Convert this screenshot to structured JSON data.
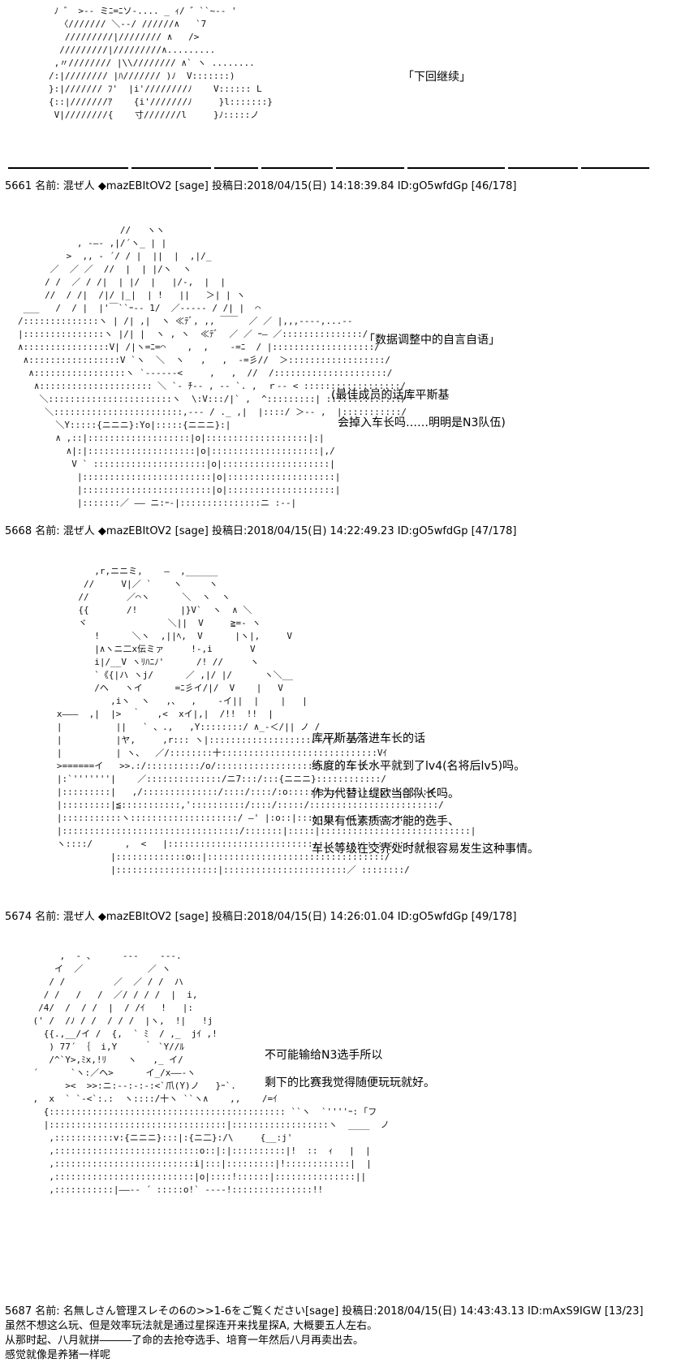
{
  "section0": {
    "art": " ﾉ ゛ >-- ミﾆ=ﾆソ-.... _ ｨ/ ゛``~-- '\n  〈/////// ＼-‐/ //////∧   `7\n   /////////|//////// ∧   />\n  /////////|/////////∧.........\n ,〃//////// |\\\\//////// ∧` ヽ ........\n/:|//////// |ﾊ/////// )ﾉ  V:::::::)\n}:|/////// ﾌ'  |i'////////ﾉ    V:::::: L\n{::|///////ｱ    {i'///////ﾉ     }l:::::::}\n V|////////{    寸///////l     }ﾉ:::::ノ",
    "caption": "「下回继续」"
  },
  "posts": [
    {
      "header": "5661 名前: 混ぜ人 ◆mazEBItOV2 [sage] 投稿日:2018/04/15(日) 14:18:39.84 ID:gO5wfdGp [46/178]",
      "art": "                   //   ヽヽ\n           , -―‐ ,|/´ヽ_ | |\n         >  ,, - ´/ / |  ||  |  ,|/_\n      ／  ／ ／  //  |  | |/ヽ  ヽ\n     / /  ／ / /|  | |/  |   |/-,  |  |\n     //  / /|  /|/ |_|  | !   ||   ＞| | ヽ\n ___   /  / |  |'￣``ｰ-- 1/  ／----- / /| |  ⌒\n/::::::::::::::ヽ | /| ,|  ヽ ≪ﾃﾞ, ,, ￣￣  ／ ／ |,,,--‐-,...‐‐\n|:::::::::::::::ヽ |/| |  ヽ , ヽ  ≪ﾃﾞ  ／ ／ ｰ― ／:::::::::::::::/\n∧::::::::::::::::V| /|ヽ=ﾆ=⌒    ,  ,    -=ﾆ  / |:::::::::::::::::::/\n ∧:::::::::::::::::V `ヽ  ＼  ヽ   ,   ,  -=彡//  ＞::::::::::::::::::/\n  ∧:::::::::::::::::ヽ `------<     ,   ,  //  /:::::::::::::::::::::/\n   ∧::::::::::::::::::::: ＼ `- ﾁ-- , -- `. ,  ｒ-- < ::::::::::::::::::/\n    ＼:::::::::::::::::::::::ヽ  \\:V:::/|` ,  ^:::::::::| ::::::::::::::/\n     ＼::::::::::::::::::::::::,--‐ / ._ ,|  |::::/ ＞-- ,  |:::::::::::/\n       ＼Y:::::{ニニニ}:Yo|:::::{ニニニ}:|\n       ∧ ,::|:::::::::::::::::::|o|:::::::::::::::::::|:|\n         ∧|:|::::::::::::::::::::|o|::::::::::::::::::::|,/\n          V ` :::::::::::::::::::::|o|::::::::::::::::::::|\n           |::::::::::::::::::::::::|o|::::::::::::::::::::|\n           |::::::::::::::::::::::::|o|::::::::::::::::::::|\n           |:::::::／ ―― ニ:ｰ-|:::::::::::::::ニ :--|",
      "captions": [
        "「数据调整中的自言自语」",
        "",
        "(最佳成员的话库平斯基",
        "会掉入车长吗……明明是N3队伍)"
      ]
    },
    {
      "header": "5668 名前: 混ぜ人 ◆mazEBItOV2 [sage] 投稿日:2018/04/15(日) 14:22:49.23 ID:gO5wfdGp [47/178]",
      "art": "          ,r,ニニミ,    ―  ,______\n        //     V|／ `    ヽ     ヽ\n       //       ／⌒ヽ      ＼  ヽ  ヽ\n       {{       /!        |}V`  ヽ  ∧ ＼\n       ヾ               ＼||  V     ≧=- ヽ\n          !      ＼ヽ  ,||ﾍ,  V      |ヽ|,     V\n          |∧ヽニ二x伝ミァ     !‐,i       V\n          i|/__V ヽﾘﾊﾆﾉ'      /! //     ヽ\n          `《{|ハ ヽj/      ／ ,|/ |/      ヽ＼__\n          /ヘ   ヽイ      =ﾆ彡イ/|/  V    |   V\n             ,iヽ  ヽ   ,、  ,    -イ||  |    |   |\n   x―――  ,|  |>  ｀   ,<  xイ|,|  /!!  !!  |\n   |          ||   ` 、.,   ,Y::::::::/ ∧_-＜/|| ノ /\n   |          |ヤ,     ,r::: ヽ|:::::::::::::::::::: /|/  //\n   |          | ヽ、  ／/::::::::十:::::::::::::::::::::::::::::Vｲ\n   >======イ   >>.:/::::::::::/o/:::::::::::::::::::::::::: /\n   |:`'''''''|    ／::::::::::::::/ニ7:::/:::{ニニニ}::::::::::::/\n   |:::::::::|   ,/::::::::::::::/::::/::::/:o:::::/::::::::::::::::::::イ\n   |:::::::::|≦:::::::::::,'::::::::::/::::/:::::/::::::::::::::::::::::::/\n   |:::::::::::ヽ::::::::::::::::::::/ ―' |:o::|:::::::: ――'::::::::::::/\n   |:::::::::::::::::::::::::::::::::/:::::::|:::::|::::::::::::::::::::::::::::|\n   ヽ::::/      ,  <   |::::::::::::::::::::::::::::::::::::::::::::::::|\n             |:::::::::::::o::|:::::::::::::::::::::::::::::::::/\n             |:::::::::::::::::::|:::::::::::::::::::::::／ ::::::::/",
      "captions": [
        "库平斯基落进车长的话",
        "练度的车长水平就到了lv4(名将后lv5)吗。",
        "作为代替让缇欧当部队长吗。",
        "如果有低素质高才能的选手、",
        "车长等级在交界处时就很容易发生这种事情。"
      ]
    },
    {
      "header": "5674 名前: 混ぜ人 ◆mazEBItOV2 [sage] 投稿日:2018/04/15(日) 14:26:01.04 ID:gO5wfdGp [49/178]",
      "art": "         ,  - 、     --‐    -‐-.\n        イ  ／            ／ ヽ\n       / /         ／  ／ / /  ハ\n      / /   /   /  ／/ / / /  |  i,\n     /4/  /  / /  |  / /ｲ   !   |:\n    (' /  /ﾉ / /  / / /  |ヽ,  !|   !j\n      {{.,__/イ /  {,  ` ﾐ  / ,_  jｲ ,!\n       ) 77´ ｛  i,Y     ｀ `Y//ﾙ\n       /^`Y>,ﾐx,!ﾘ    ヽ   ,_ イ/\n    ´      `ヽ:／ヘ>      イ_/x――‐ヽ\n          ><  >>:ニ:--:-:-:<`爪(Y)ノ   }ｰ`.\n    ,  x  ` `-<`:.:  ヽ::::/十ヽ ``ヽ∧    ,,    /=ｲ\n      {:::::::::::::::::::::::::::::::::::::::::::: ``ヽ  `''''ｰ: ｢フ\n      |:::::::::::::::::::::::::::::::::|::::::::::::::::::ヽ  ____  ノ\n       ,:::::::::::v:{ニニニ}:::|:{ニ二}:/\\     {__:j'\n       ,:::::::::::::::::::::::::::o::|:|::::::::::|!  ::  ｨ   |  |\n       ,::::::::::::::::::::::::::i|:::|:::::::::|!::::::::::::|  |\n       ,::::::::::::::::::::::::::|o|::::!::::::|:::::::::::::::||\n       ,:::::::::::|――-- ´ :::::o!` -‐-‐!:::::::::::::::!!",
      "captions": [
        "不可能输给N3选手所以",
        "剩下的比赛我觉得随便玩玩就好。"
      ]
    }
  ],
  "reply": {
    "header": "5687 名前: 名無しさん管理スレその6の>>1-6をご覧ください[sage] 投稿日:2018/04/15(日) 14:43:43.13 ID:mAxS9IGW [13/23]",
    "lines": [
      "虽然不想这么玩、但是效率玩法就是通过星探连开来找星探A, 大概要五人左右。",
      "从那时起、八月就拼―――了命的去抢夺选手、培育一年然后八月再卖出去。",
      "感觉就像是养猪一样呢"
    ]
  }
}
